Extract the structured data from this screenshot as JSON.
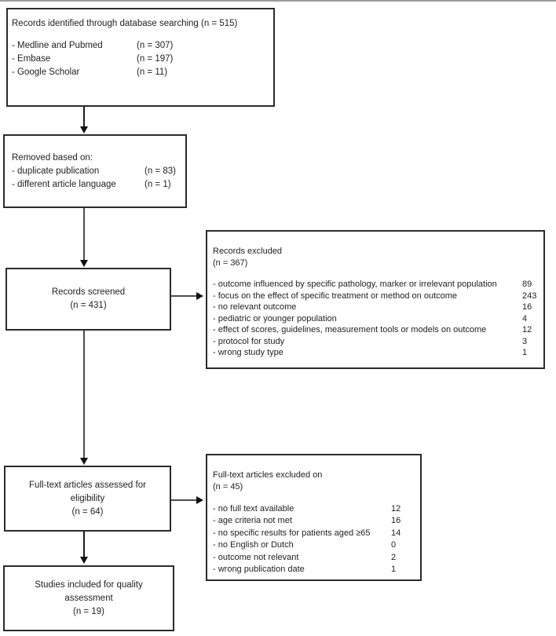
{
  "figure": {
    "identified": {
      "title": "Records identified through database searching (n = 515)",
      "items": [
        {
          "label": "- Medline and Pubmed",
          "count": "(n = 307)"
        },
        {
          "label": "- Embase",
          "count": "(n = 197)"
        },
        {
          "label": "- Google Scholar",
          "count": "(n = 11)"
        }
      ]
    },
    "removed": {
      "title": "Removed based on:",
      "items": [
        {
          "label": "- duplicate publication",
          "count": "(n = 83)"
        },
        {
          "label": "- different article language",
          "count": "(n = 1)"
        }
      ]
    },
    "screened": {
      "line1": "Records screened",
      "line2": "(n = 431)"
    },
    "records_excluded": {
      "title": "Records excluded",
      "subtitle": "(n = 367)",
      "items": [
        {
          "label": "- outcome influenced by specific pathology, marker or irrelevant population",
          "count": "89"
        },
        {
          "label": "- focus on the effect of specific treatment or method on outcome",
          "count": "243"
        },
        {
          "label": "- no relevant outcome",
          "count": "16"
        },
        {
          "label": "- pediatric or younger population",
          "count": "4"
        },
        {
          "label": "- effect of scores, guidelines, measurement tools or models on outcome",
          "count": "12"
        },
        {
          "label": "- protocol for study",
          "count": "3"
        },
        {
          "label": "- wrong study type",
          "count": "1"
        }
      ]
    },
    "fulltext": {
      "line1": "Full-text articles assessed for",
      "line2": "eligibility",
      "line3": "(n = 64)"
    },
    "fulltext_excluded": {
      "title": "Full-text articles excluded on",
      "subtitle": "(n = 45)",
      "items": [
        {
          "label": "- no full text available",
          "count": "12"
        },
        {
          "label": "- age criteria not met",
          "count": "16"
        },
        {
          "label": "- no specific results for patients aged ≥65",
          "count": "14"
        },
        {
          "label": "- no English or Dutch",
          "count": "0"
        },
        {
          "label": "- outcome not relevant",
          "count": "2"
        },
        {
          "label": "- wrong publication date",
          "count": "1"
        }
      ]
    },
    "included": {
      "line1": "Studies included for quality",
      "line2": "assessment",
      "line3": "(n = 19)"
    }
  },
  "colors": {
    "background": "#ffffff",
    "box_border": "#2b2b2b",
    "arrow_line": "#4d4d4d",
    "arrow_head": "#111111",
    "text": "#222222"
  }
}
